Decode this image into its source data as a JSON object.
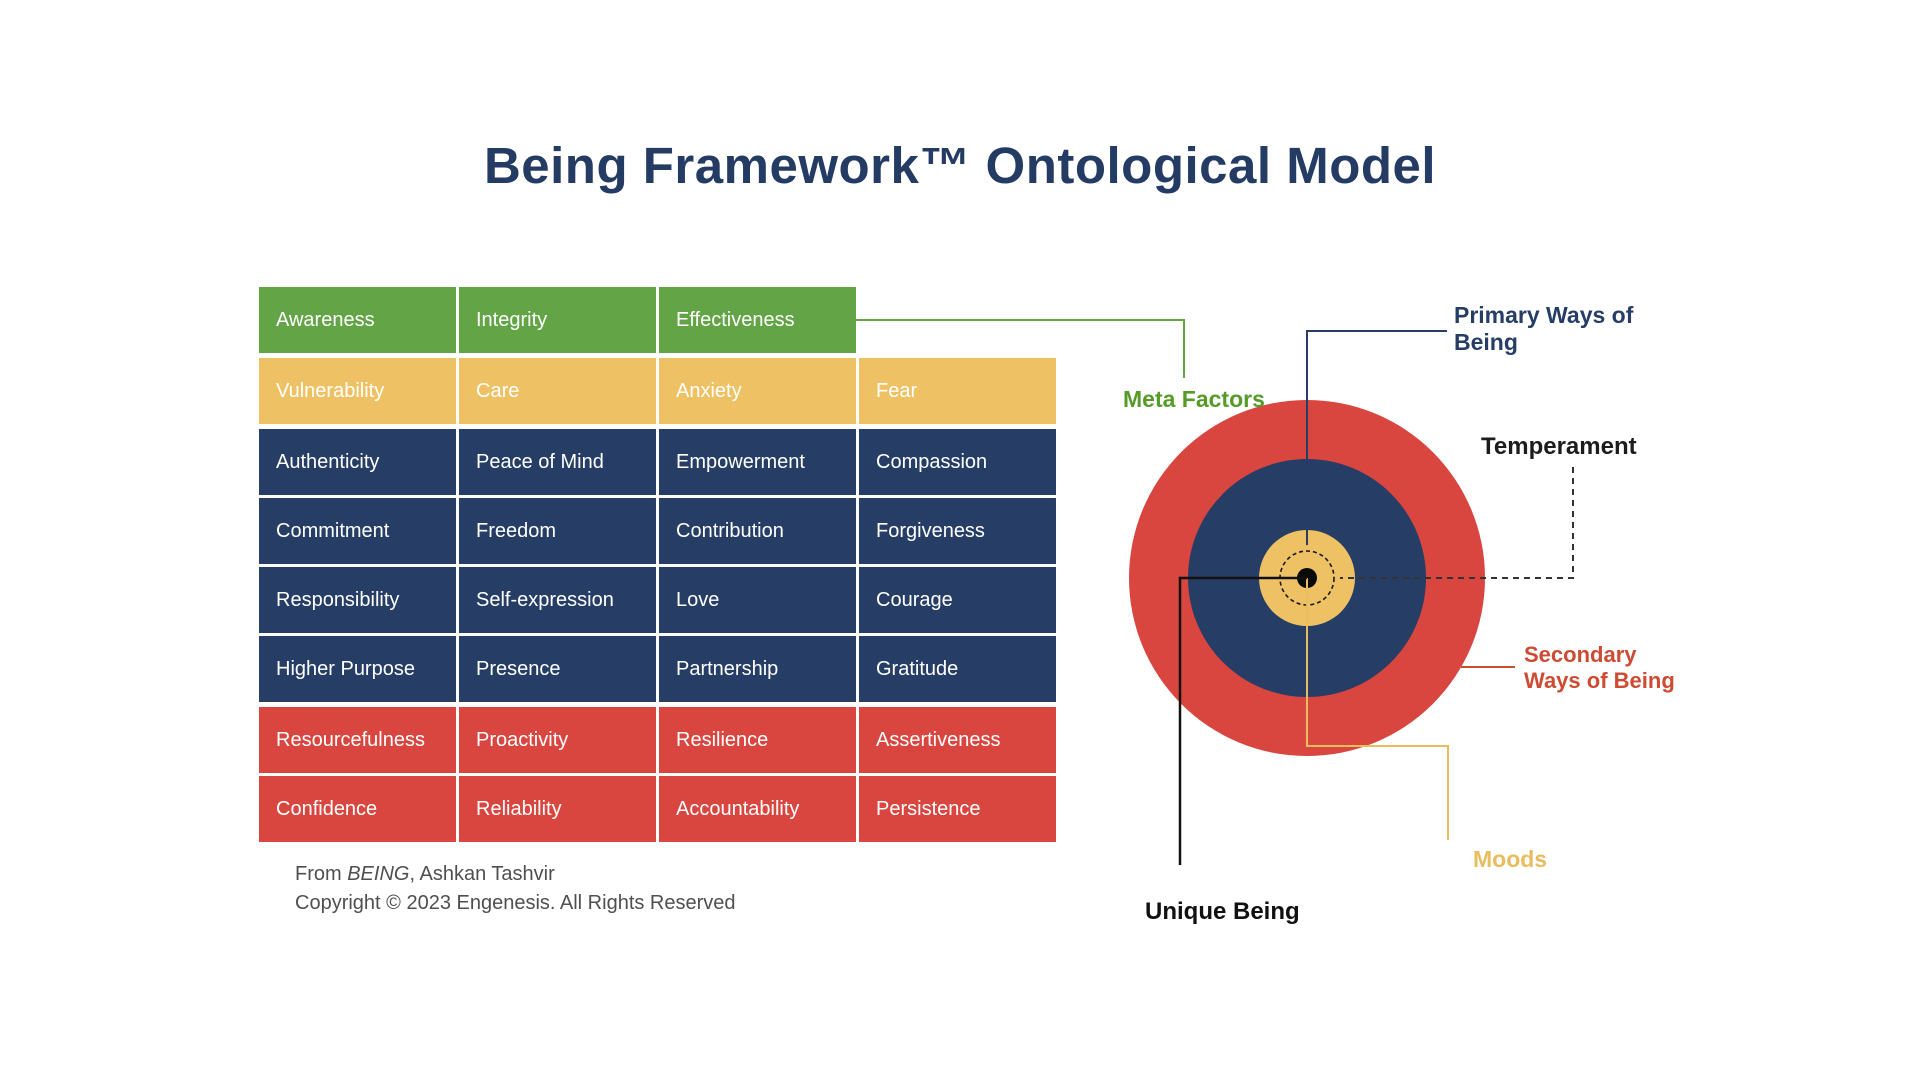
{
  "title": "Being Framework™ Ontological Model",
  "table": {
    "rows": [
      {
        "group": "meta_factors",
        "color": "#63a546",
        "cells": [
          "Awareness",
          "Integrity",
          "Effectiveness"
        ]
      },
      {
        "group": "moods",
        "color": "#eec264",
        "cells": [
          "Vulnerability",
          "Care",
          "Anxiety",
          "Fear"
        ]
      },
      {
        "group": "primary_ways",
        "color": "#263e66",
        "cells": [
          "Authenticity",
          "Peace of Mind",
          "Empowerment",
          "Compassion"
        ]
      },
      {
        "group": "primary_ways",
        "color": "#263e66",
        "cells": [
          "Commitment",
          "Freedom",
          "Contribution",
          "Forgiveness"
        ]
      },
      {
        "group": "primary_ways",
        "color": "#263e66",
        "cells": [
          "Responsibility",
          "Self-expression",
          "Love",
          "Courage"
        ]
      },
      {
        "group": "primary_ways",
        "color": "#263e66",
        "cells": [
          "Higher Purpose",
          "Presence",
          "Partnership",
          "Gratitude"
        ]
      },
      {
        "group": "secondary_ways",
        "color": "#d9453f",
        "cells": [
          "Resourcefulness",
          "Proactivity",
          "Resilience",
          "Assertiveness"
        ]
      },
      {
        "group": "secondary_ways",
        "color": "#d9453f",
        "cells": [
          "Confidence",
          "Reliability",
          "Accountability",
          "Persistence"
        ]
      }
    ]
  },
  "diagram_labels": {
    "meta_factors": "Meta Factors",
    "primary_ways": "Primary Ways of Being",
    "temperament": "Temperament",
    "secondary_ways": "Secondary Ways of Being",
    "moods": "Moods",
    "unique_being": "Unique Being"
  },
  "footer": {
    "line1_prefix": "From ",
    "line1_book": "BEING",
    "line1_suffix": ", Ashkan Tashvir",
    "line2": "Copyright © 2023 Engenesis. All Rights Reserved"
  },
  "colors": {
    "title_navy": "#243b63",
    "green": "#63a546",
    "yellow": "#eec264",
    "navy": "#263e66",
    "red": "#d9453f",
    "meta_label_green": "#569b28",
    "secondary_label_red": "#cd4b33",
    "moods_label_yellow": "#e9bc5e",
    "black": "#111111"
  }
}
